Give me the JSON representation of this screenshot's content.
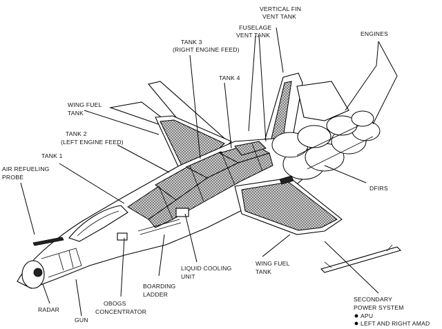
{
  "labels": {
    "vertical_fin_vent_tank": [
      "VERTICAL FIN",
      "VENT TANK"
    ],
    "fuselage_vent_tank": [
      "FUSELAGE",
      "VENT TANK"
    ],
    "engines": "ENGINES",
    "tank_3": [
      "TANK 3",
      "(RIGHT ENGINE FEED)"
    ],
    "tank_4": "TANK 4",
    "wing_fuel_tank_upper": [
      "WING FUEL",
      "TANK"
    ],
    "tank_2": [
      "TANK 2",
      "(LEFT ENGINE FEED)"
    ],
    "tank_1": "TANK 1",
    "air_refueling_probe": [
      "AIR REFUELING",
      "PROBE"
    ],
    "dfirs": "DFIRS",
    "liquid_cooling_unit": [
      "LIQUID COOLING",
      "UNIT"
    ],
    "wing_fuel_tank_lower": [
      "WING FUEL",
      "TANK"
    ],
    "boarding_ladder": [
      "BOARDING",
      "LADDER"
    ],
    "obogs_concentrator": [
      "OBOGS",
      "CONCENTRATOR"
    ],
    "gun": "GUN",
    "radar": "RADAR",
    "secondary_power_system": [
      "SECONDARY",
      "POWER SYSTEM"
    ],
    "apu": "APU",
    "left_right_amad": "LEFT AND RIGHT AMAD"
  }
}
